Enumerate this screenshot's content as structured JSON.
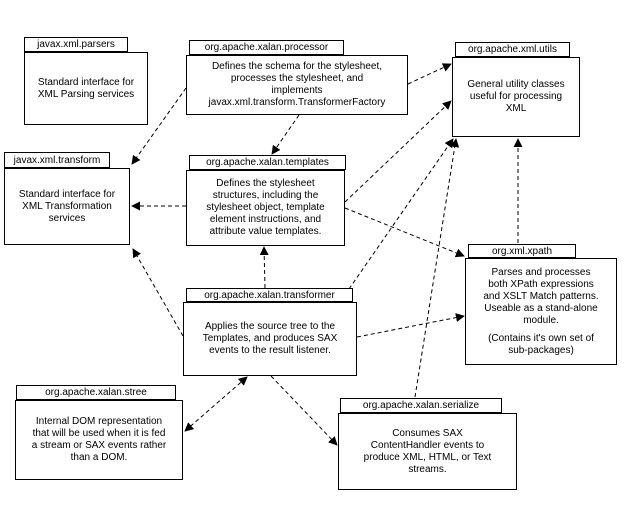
{
  "boxes": [
    {
      "id": "javax-xml-parsers",
      "title": "javax.xml.parsers",
      "description": "Standard interface for\nXML Parsing services"
    },
    {
      "id": "org-apache-xalan-processor",
      "title": "org.apache.xalan.processor",
      "description": "Defines the schema for the stylesheet,\nprocesses the stylesheet, and\nimplements\njavax.xml.transform.TransformerFactory"
    },
    {
      "id": "org-apache-xml-utils",
      "title": "org.apache.xml.utils",
      "description": "General utility classes\nuseful for processing\nXML"
    },
    {
      "id": "javax-xml-transform",
      "title": "javax.xml.transform",
      "description": "Standard interface for\nXML Transformation\nservices"
    },
    {
      "id": "org-apache-xalan-templates",
      "title": "org.apache.xalan.templates",
      "description": "Defines the stylesheet\nstructures, including the\nstylesheet object, template\nelement instructions, and\nattribute value templates."
    },
    {
      "id": "org-xml-xpath",
      "title": "org.xml.xpath",
      "description": "Parses and processes\nboth XPath expressions\nand XSLT Match patterns.\nUseable as a stand-alone\nmodule.",
      "note": "(Contains it's own set of\nsub-packages)"
    },
    {
      "id": "org-apache-xalan-transformer",
      "title": "org.apache.xalan.transformer",
      "description": "Applies the source tree to the\nTemplates, and produces SAX\nevents to the result listener."
    },
    {
      "id": "org-apache-xalan-stree",
      "title": "org.apache.xalan.stree",
      "description": "Internal DOM representation\nthat will be used when it is fed\na stream or SAX events rather\nthan a DOM."
    },
    {
      "id": "org-apache-xalan-serialize",
      "title": "org.apache.xalan.serialize",
      "description": "Consumes SAX\nContentHandler events to\nproduce XML, HTML, or Text\nstreams."
    }
  ],
  "dependencies": [
    {
      "from": "org.apache.xalan.processor",
      "to": "javax.xml.transform"
    },
    {
      "from": "org.apache.xalan.processor",
      "to": "org.apache.xalan.templates"
    },
    {
      "from": "org.apache.xalan.processor",
      "to": "org.apache.xml.utils"
    },
    {
      "from": "org.apache.xalan.templates",
      "to": "javax.xml.transform"
    },
    {
      "from": "org.apache.xalan.templates",
      "to": "org.apache.xml.utils"
    },
    {
      "from": "org.apache.xalan.templates",
      "to": "org.xml.xpath"
    },
    {
      "from": "org.apache.xalan.transformer",
      "to": "org.apache.xalan.templates"
    },
    {
      "from": "org.apache.xalan.transformer",
      "to": "javax.xml.transform"
    },
    {
      "from": "org.apache.xalan.transformer",
      "to": "org.apache.xml.utils"
    },
    {
      "from": "org.apache.xalan.transformer",
      "to": "org.xml.xpath"
    },
    {
      "from": "org.apache.xalan.transformer",
      "to": "org.apache.xalan.stree",
      "bidirectional": true
    },
    {
      "from": "org.apache.xalan.transformer",
      "to": "org.apache.xalan.serialize"
    },
    {
      "from": "org.apache.xalan.serialize",
      "to": "org.apache.xml.utils"
    },
    {
      "from": "org.xml.xpath",
      "to": "org.apache.xml.utils"
    }
  ],
  "colors": {
    "background": "#ffffff",
    "line": "#000000",
    "border": "#000000",
    "text": "#000000"
  }
}
